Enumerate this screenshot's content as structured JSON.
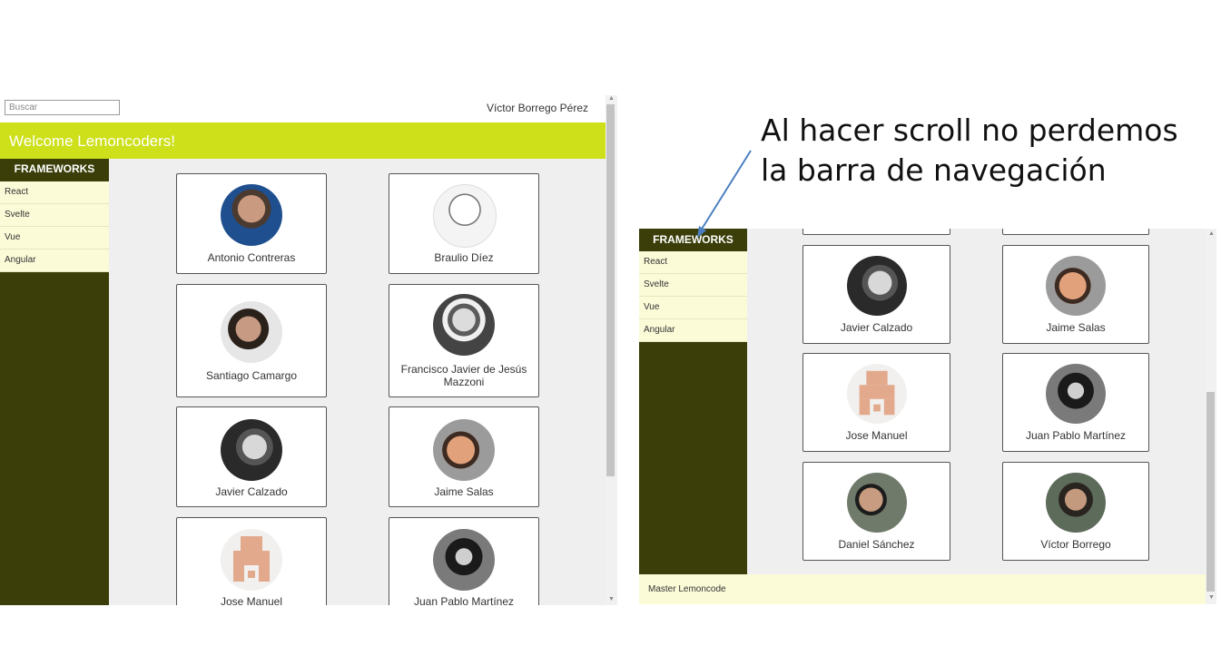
{
  "left_panel": {
    "search": {
      "placeholder": "Buscar",
      "value": ""
    },
    "user_name": "Víctor Borrego Pérez",
    "banner_title": "Welcome Lemoncoders!",
    "sidebar": {
      "header": "FRAMEWORKS",
      "items": [
        {
          "label": "React"
        },
        {
          "label": "Svelte"
        },
        {
          "label": "Vue"
        },
        {
          "label": "Angular"
        }
      ]
    },
    "members": [
      {
        "name": "Antonio Contreras"
      },
      {
        "name": "Braulio Díez"
      },
      {
        "name": "Santiago Camargo"
      },
      {
        "name": "Francisco Javier de Jesús Mazzoni"
      },
      {
        "name": "Javier Calzado"
      },
      {
        "name": "Jaime Salas"
      },
      {
        "name": "Jose Manuel"
      },
      {
        "name": "Juan Pablo Martínez"
      }
    ]
  },
  "right_panel": {
    "sidebar": {
      "header": "FRAMEWORKS",
      "items": [
        {
          "label": "React"
        },
        {
          "label": "Svelte"
        },
        {
          "label": "Vue"
        },
        {
          "label": "Angular"
        }
      ]
    },
    "members": [
      {
        "name": "Javier Calzado"
      },
      {
        "name": "Jaime Salas"
      },
      {
        "name": "Jose Manuel"
      },
      {
        "name": "Juan Pablo Martínez"
      },
      {
        "name": "Daniel Sánchez"
      },
      {
        "name": "Víctor Borrego"
      }
    ],
    "footer_text": "Master Lemoncode"
  },
  "annotation": {
    "line1": "Al hacer scroll no perdemos",
    "line2": "la barra de navegación"
  },
  "colors": {
    "banner": "#cde01a",
    "sidebar": "#3b3e08",
    "menu_item_bg": "#fbfbd8",
    "content_bg": "#efefef",
    "arrow": "#4a7fc1"
  }
}
